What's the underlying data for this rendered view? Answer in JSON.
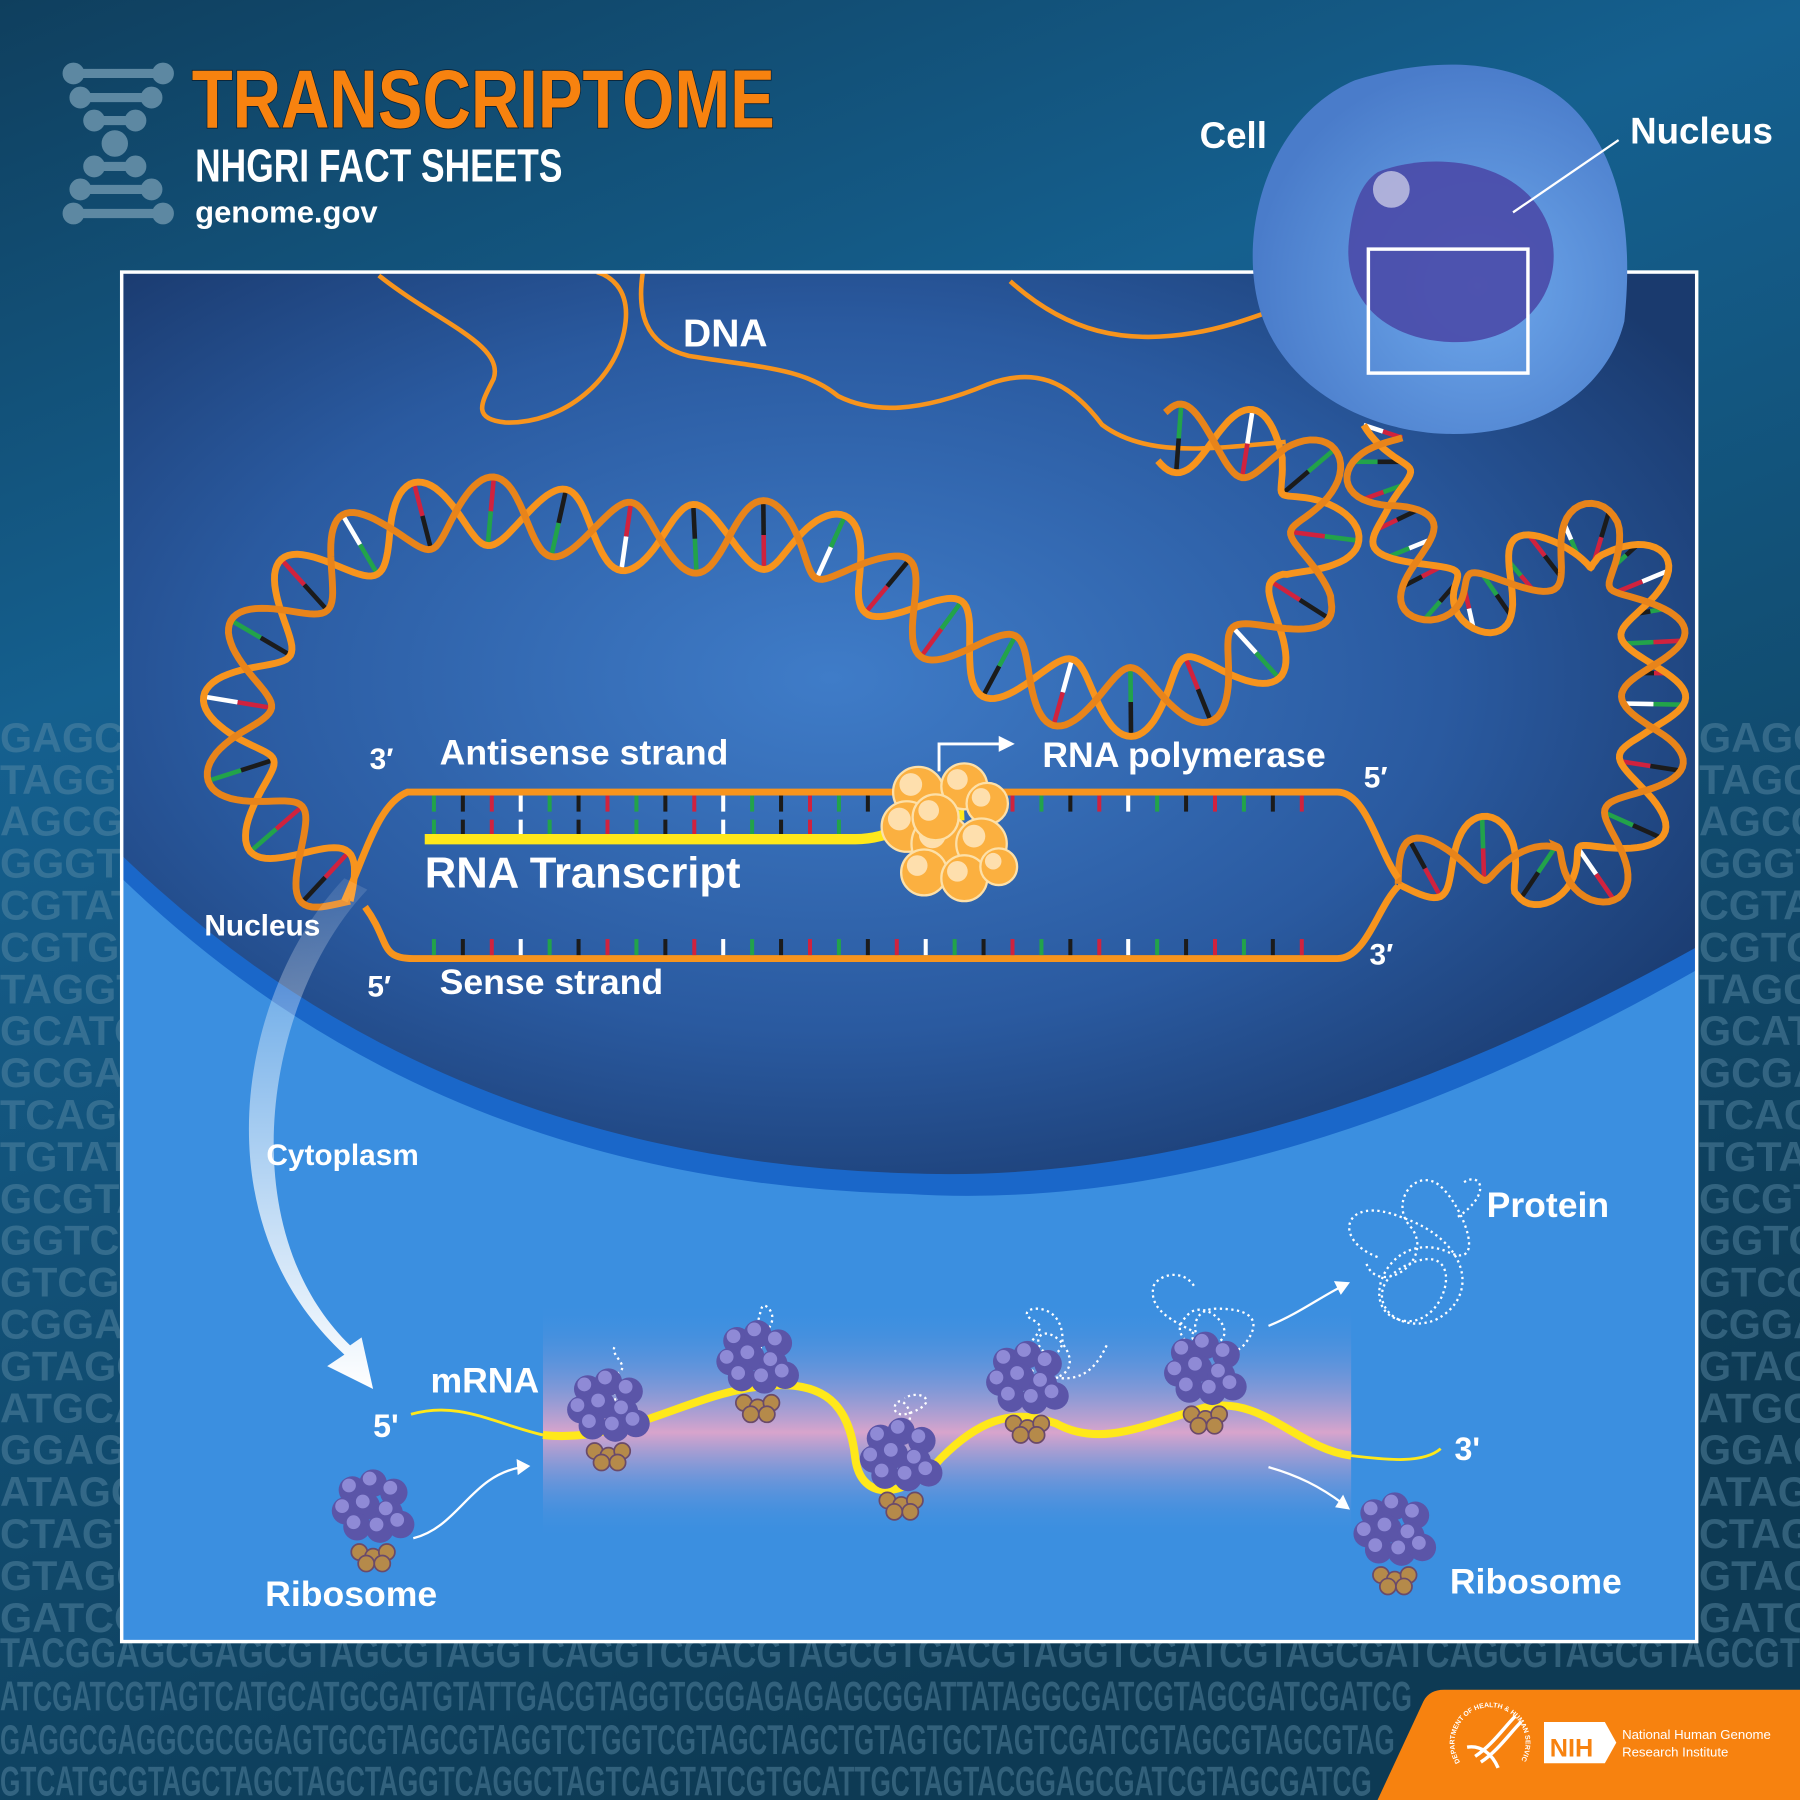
{
  "header": {
    "title": "TRANSCRIPTOME",
    "subtitle": "NHGRI FACT SHEETS",
    "website": "genome.gov"
  },
  "cell_inset": {
    "cell_label": "Cell",
    "nucleus_label": "Nucleus"
  },
  "nucleus_panel": {
    "dna_label": "DNA",
    "antisense_label": "Antisense strand",
    "antisense_3prime": "3′",
    "antisense_5prime": "5′",
    "polymerase_label": "RNA polymerase",
    "transcript_label": "RNA Transcript",
    "nucleus_label": "Nucleus",
    "sense_label": "Sense strand",
    "sense_5prime": "5′",
    "sense_3prime": "3′"
  },
  "cytoplasm_panel": {
    "cytoplasm_label": "Cytoplasm",
    "mrna_label": "mRNA",
    "mrna_5prime": "5'",
    "mrna_3prime": "3'",
    "protein_label": "Protein",
    "ribosome_left_label": "Ribosome",
    "ribosome_right_label": "Ribosome"
  },
  "background_sequence": [
    "TACGGAGCGAGCGTAGCGTAGGTCAGGTCGACGTAGCGTGACGTAGGTCGATCGTAGCGATCAGCGTAGCGTAGCGT",
    "ATCGATCGTAGTCATGCATGCGATGTATTGACGTAGGTCGGAGAGAGCGGATTATAGGCGATCGTAGCGATCGATCG",
    "GAGGCGAGGCGCGGAGTGCGTAGCGTAGGTCTGGTCGTAGCTAGCTGTAGTGCTAGTCGATCGTAGCGTAGCGTAG",
    "GTCATGCGTAGCTAGCTAGCTAGGTCAGGCTAGTCAGTATCGTGCATTGCTAGTACGGAGCGATCGTAGCGATCG"
  ],
  "background_side_sequence": [
    "GAGCG",
    "TAGGT",
    "AGCGA",
    "GGGTA",
    "CGTAT",
    "CGTGA",
    "TAGGT",
    "GCATG",
    "GCGAG",
    "TCAGG",
    "TGTAT",
    "GCGTA",
    "GGTCA",
    "GTCGA",
    "CGGAT",
    "GTAGC",
    "ATGCA",
    "GGAGT",
    "ATAGG",
    "CTAGT",
    "GTAGC",
    "GATCG"
  ],
  "footer": {
    "nih_badge": "NIH",
    "institute_line1": "National Human Genome",
    "institute_line2": "Research Institute",
    "hhs_seal_text": "DEPARTMENT OF HEALTH & HUMAN SERVICES-USA"
  },
  "colors": {
    "title_orange": "#f7820f",
    "dna_orange": "#f7941d",
    "rna_yellow": "#ffe81a",
    "nucleus_blue": "#1f4a86",
    "cytoplasm_blue": "#3b8fe0",
    "base_red": "#d0223e",
    "base_green": "#22a34a",
    "base_black": "#1b1b1b",
    "base_white": "#ffffff"
  }
}
